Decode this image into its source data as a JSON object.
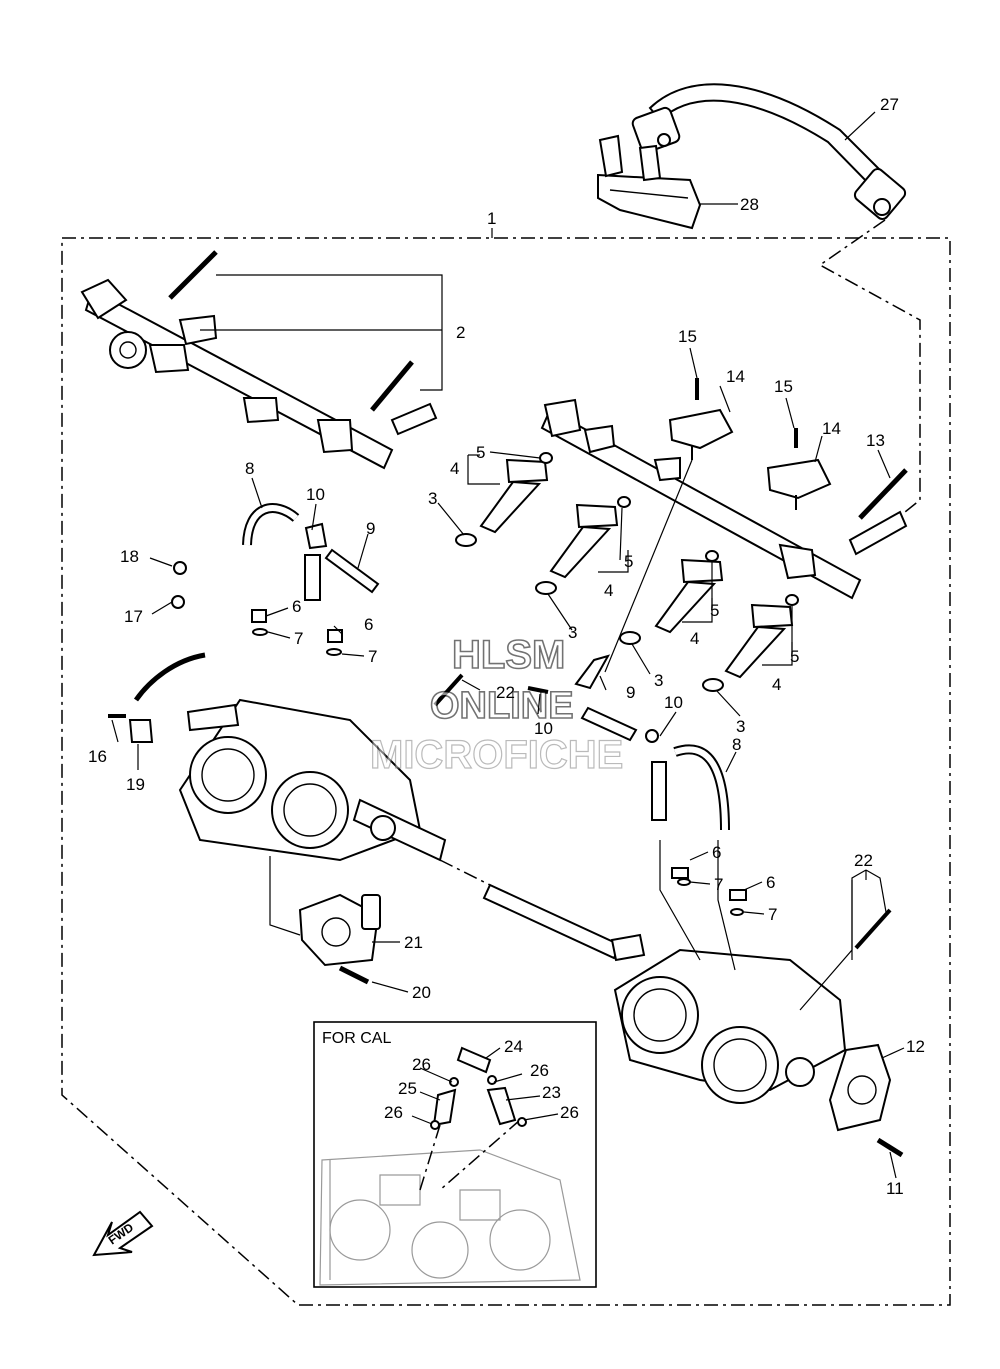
{
  "diagram": {
    "callouts": [
      {
        "id": "c1",
        "text": "1"
      },
      {
        "id": "c2",
        "text": "2"
      },
      {
        "id": "c3a",
        "text": "3"
      },
      {
        "id": "c3b",
        "text": "3"
      },
      {
        "id": "c3c",
        "text": "3"
      },
      {
        "id": "c3d",
        "text": "3"
      },
      {
        "id": "c4a",
        "text": "4"
      },
      {
        "id": "c4b",
        "text": "4"
      },
      {
        "id": "c4c",
        "text": "4"
      },
      {
        "id": "c4d",
        "text": "4"
      },
      {
        "id": "c5a",
        "text": "5"
      },
      {
        "id": "c5b",
        "text": "5"
      },
      {
        "id": "c5c",
        "text": "5"
      },
      {
        "id": "c5d",
        "text": "5"
      },
      {
        "id": "c6a",
        "text": "6"
      },
      {
        "id": "c6b",
        "text": "6"
      },
      {
        "id": "c6c",
        "text": "6"
      },
      {
        "id": "c6d",
        "text": "6"
      },
      {
        "id": "c7a",
        "text": "7"
      },
      {
        "id": "c7b",
        "text": "7"
      },
      {
        "id": "c7c",
        "text": "7"
      },
      {
        "id": "c7d",
        "text": "7"
      },
      {
        "id": "c8a",
        "text": "8"
      },
      {
        "id": "c8b",
        "text": "8"
      },
      {
        "id": "c9a",
        "text": "9"
      },
      {
        "id": "c9b",
        "text": "9"
      },
      {
        "id": "c10a",
        "text": "10"
      },
      {
        "id": "c10b",
        "text": "10"
      },
      {
        "id": "c10c",
        "text": "10"
      },
      {
        "id": "c11",
        "text": "11"
      },
      {
        "id": "c12",
        "text": "12"
      },
      {
        "id": "c13",
        "text": "13"
      },
      {
        "id": "c14a",
        "text": "14"
      },
      {
        "id": "c14b",
        "text": "14"
      },
      {
        "id": "c15a",
        "text": "15"
      },
      {
        "id": "c15b",
        "text": "15"
      },
      {
        "id": "c16",
        "text": "16"
      },
      {
        "id": "c17",
        "text": "17"
      },
      {
        "id": "c18",
        "text": "18"
      },
      {
        "id": "c19",
        "text": "19"
      },
      {
        "id": "c20",
        "text": "20"
      },
      {
        "id": "c21",
        "text": "21"
      },
      {
        "id": "c22a",
        "text": "22"
      },
      {
        "id": "c22b",
        "text": "22"
      },
      {
        "id": "c23",
        "text": "23"
      },
      {
        "id": "c24",
        "text": "24"
      },
      {
        "id": "c25",
        "text": "25"
      },
      {
        "id": "c26a",
        "text": "26"
      },
      {
        "id": "c26b",
        "text": "26"
      },
      {
        "id": "c26c",
        "text": "26"
      },
      {
        "id": "c26d",
        "text": "26"
      },
      {
        "id": "c27",
        "text": "27"
      },
      {
        "id": "c28",
        "text": "28"
      }
    ],
    "inset_title": "FOR CAL",
    "fwd_label": "FWD",
    "watermark": {
      "line1": "HLSM",
      "line2": "ONLINE",
      "line3": "MICROFICHE"
    }
  }
}
